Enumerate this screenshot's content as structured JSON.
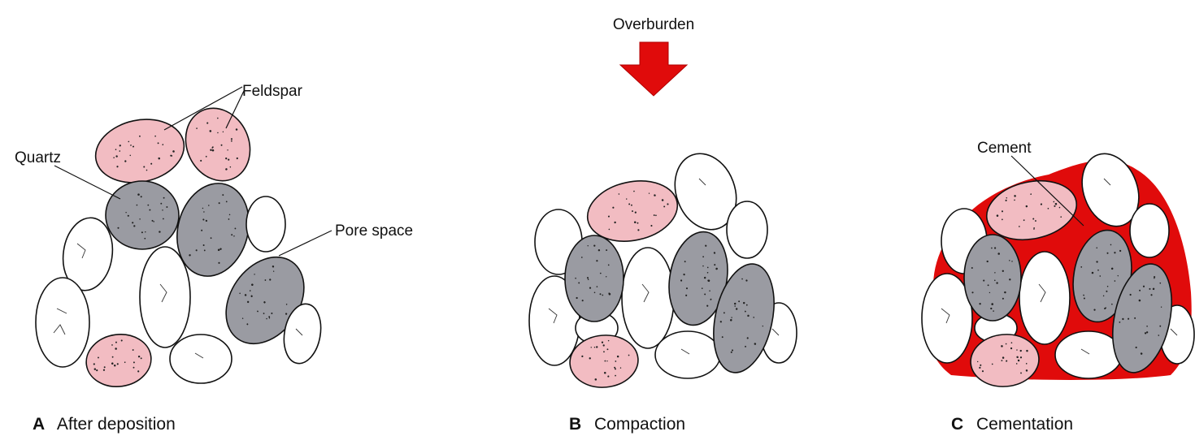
{
  "labels": {
    "overburden": "Overburden",
    "feldspar": "Feldspar",
    "quartz": "Quartz",
    "pore_space": "Pore space",
    "cement": "Cement"
  },
  "panels": [
    {
      "letter": "A",
      "caption": "After deposition"
    },
    {
      "letter": "B",
      "caption": "Compaction"
    },
    {
      "letter": "C",
      "caption": "Cementation"
    }
  ],
  "colors": {
    "feldspar": "#f2bcc2",
    "quartz": "#9a9ba2",
    "grain_white": "#ffffff",
    "cement": "#e00b0b",
    "arrow": "#e00b0b",
    "outline": "#111111"
  }
}
